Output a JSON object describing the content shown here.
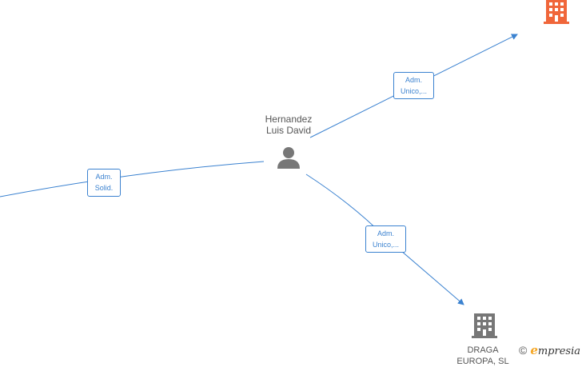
{
  "person": {
    "name_line1": "Hernandez",
    "name_line2": "Luis David",
    "icon": "person-icon",
    "color": "#777777"
  },
  "companies": [
    {
      "id": "company-top-right",
      "label_line1": "",
      "label_line2": "",
      "icon": "building-icon",
      "color": "#f0663a"
    },
    {
      "id": "company-draga",
      "label_line1": "DRAGA",
      "label_line2": "EUROPA, SL",
      "icon": "building-icon",
      "color": "#777777"
    }
  ],
  "relations": [
    {
      "id": "rel-top-right",
      "line1": "Adm.",
      "line2": "Unico,..."
    },
    {
      "id": "rel-left",
      "line1": "Adm.",
      "line2": "Solid."
    },
    {
      "id": "rel-draga",
      "line1": "Adm.",
      "line2": "Unico,..."
    }
  ],
  "edge_color": "#3b82d0",
  "watermark": {
    "symbol": "©",
    "brand_initial": "e",
    "brand_rest": "mpresia"
  }
}
